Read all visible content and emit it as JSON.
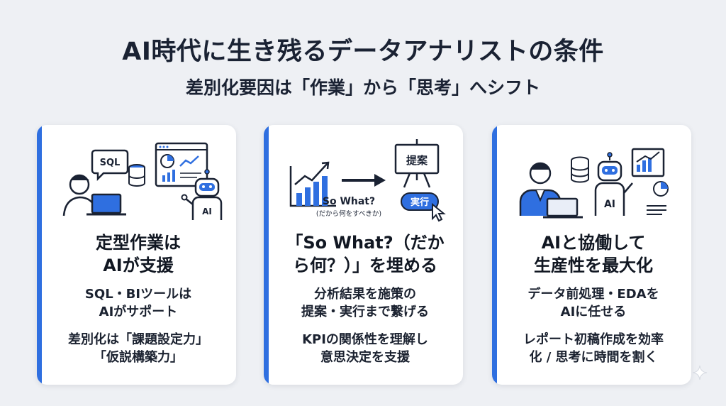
{
  "title": "AI時代に生き残るデータアナリストの条件",
  "subtitle": "差別化要因は「作業」から「思考」へシフト",
  "cards": [
    {
      "heading_1": "定型作業は",
      "heading_2": "AIが支援",
      "points": [
        [
          "SQL・BIツールは",
          "AIがサポート"
        ],
        [
          "差別化は「課題設定力」",
          "「仮説構築力」"
        ]
      ],
      "illustration": {
        "bubble_text": "SQL",
        "robot_label": "AI",
        "icons": [
          "person-laptop-icon",
          "database-icon",
          "dashboard-icon",
          "robot-icon"
        ]
      }
    },
    {
      "heading_1": "「So What?（だか",
      "heading_2": "ら何？）」を埋める",
      "points": [
        [
          "分析結果を施策の",
          "提案・実行まで繋げる"
        ],
        [
          "KPIの関係性を理解し",
          "意思決定を支援"
        ]
      ],
      "illustration": {
        "board_text": "提案",
        "so_what": "So What?",
        "so_what_note": "(だから何をすべきか)",
        "action_button": "実行",
        "icons": [
          "bar-chart-icon",
          "arrow-right-icon",
          "presentation-board-icon",
          "cursor-icon"
        ]
      }
    },
    {
      "heading_1": "AIと協働して",
      "heading_2": "生産性を最大化",
      "points": [
        [
          "データ前処理・EDAを",
          "AIに任せる"
        ],
        [
          "レポート初稿作成を効率",
          "化 / 思考に時間を割く"
        ]
      ],
      "illustration": {
        "robot_label": "AI",
        "icons": [
          "businessman-laptop-icon",
          "database-icon",
          "robot-icon",
          "chart-board-icon",
          "pie-chart-icon",
          "document-lines-icon"
        ]
      }
    }
  ],
  "colors": {
    "background": "#eef0f4",
    "accent": "#2f6fe0",
    "ink": "#1a2233",
    "card": "#ffffff"
  }
}
